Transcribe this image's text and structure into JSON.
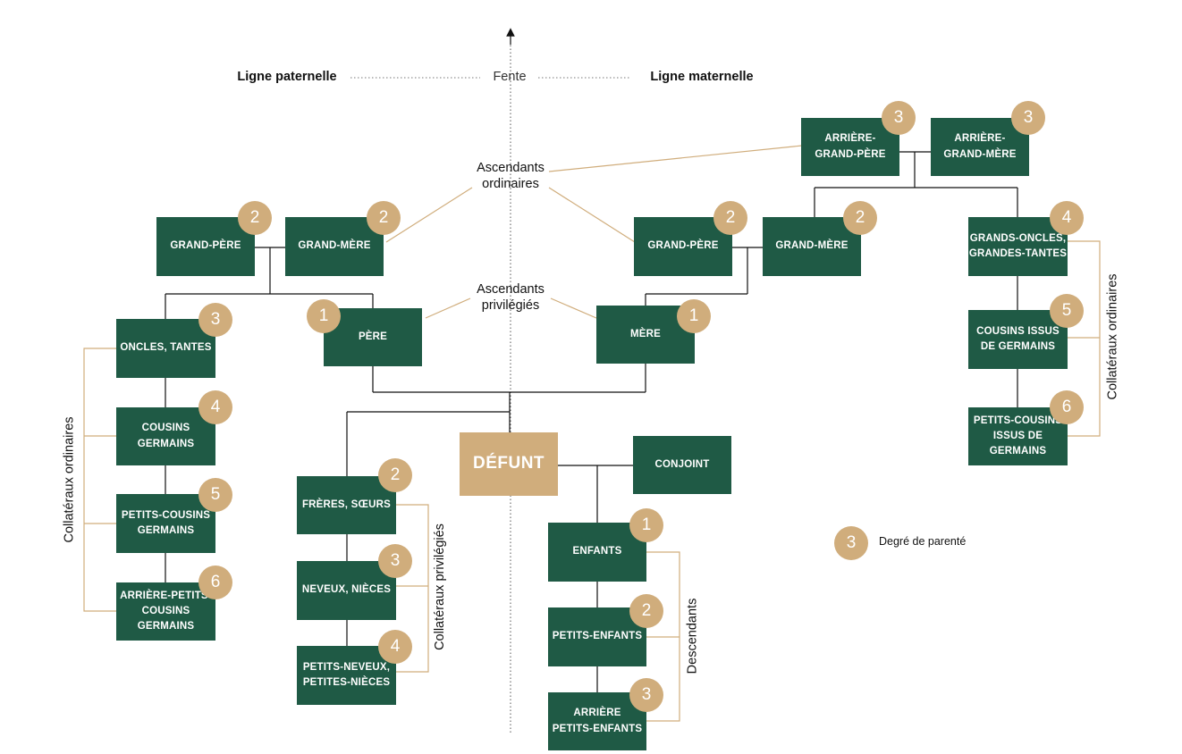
{
  "header": {
    "paternal": "Ligne paternelle",
    "fente": "Fente",
    "maternal": "Ligne maternelle"
  },
  "labels": {
    "asc_ordinaires": "Ascendants\nordinaires",
    "asc_privilegies": "Ascendants\nprivilégiés",
    "coll_ordinaires": "Collatéraux ordinaires",
    "coll_privilegies": "Collatéraux privilégiés",
    "descendants": "Descendants"
  },
  "legend": {
    "number": "3",
    "text": "Degré de parenté"
  },
  "nodes": {
    "arriere_gp": {
      "label": "ARRIÈRE-\nGRAND-PÈRE",
      "degree": "3"
    },
    "arriere_gm": {
      "label": "ARRIÈRE-\nGRAND-MÈRE",
      "degree": "3"
    },
    "gp_pat": {
      "label": "GRAND-PÈRE",
      "degree": "2"
    },
    "gm_pat": {
      "label": "GRAND-MÈRE",
      "degree": "2"
    },
    "gp_mat": {
      "label": "GRAND-PÈRE",
      "degree": "2"
    },
    "gm_mat": {
      "label": "GRAND-MÈRE",
      "degree": "2"
    },
    "grands_oncles": {
      "label": "GRANDS-ONCLES,\nGRANDES-TANTES",
      "degree": "4"
    },
    "cousins_issus": {
      "label": "COUSINS ISSUS\nDE GERMAINS",
      "degree": "5"
    },
    "petits_cousins_issus": {
      "label": "PETITS-COUSINS\nISSUS DE GERMAINS",
      "degree": "6"
    },
    "oncles": {
      "label": "ONCLES, TANTES",
      "degree": "3"
    },
    "pere": {
      "label": "PÈRE",
      "degree": "1"
    },
    "mere": {
      "label": "MÈRE",
      "degree": "1"
    },
    "cousins_germains": {
      "label": "COUSINS GERMAINS",
      "degree": "4"
    },
    "petits_cousins": {
      "label": "PETITS-COUSINS\nGERMAINS",
      "degree": "5"
    },
    "arriere_petits_cousins": {
      "label": "ARRIÈRE-PETITS-\nCOUSINS GERMAINS",
      "degree": "6"
    },
    "defunt": {
      "label": "DÉFUNT"
    },
    "conjoint": {
      "label": "CONJOINT"
    },
    "freres": {
      "label": "FRÈRES, SŒURS",
      "degree": "2"
    },
    "neveux": {
      "label": "NEVEUX, NIÈCES",
      "degree": "3"
    },
    "petits_neveux": {
      "label": "PETITS-NEVEUX,\nPETITES-NIÈCES",
      "degree": "4"
    },
    "enfants": {
      "label": "ENFANTS",
      "degree": "1"
    },
    "petits_enfants": {
      "label": "PETITS-ENFANTS",
      "degree": "2"
    },
    "arriere_petits_enfants": {
      "label": "ARRIÈRE\nPETITS-ENFANTS",
      "degree": "3"
    }
  },
  "colors": {
    "box": "#1f5a45",
    "accent": "#d0ad7c",
    "line": "#111111",
    "bracket": "#d0ad7c"
  }
}
